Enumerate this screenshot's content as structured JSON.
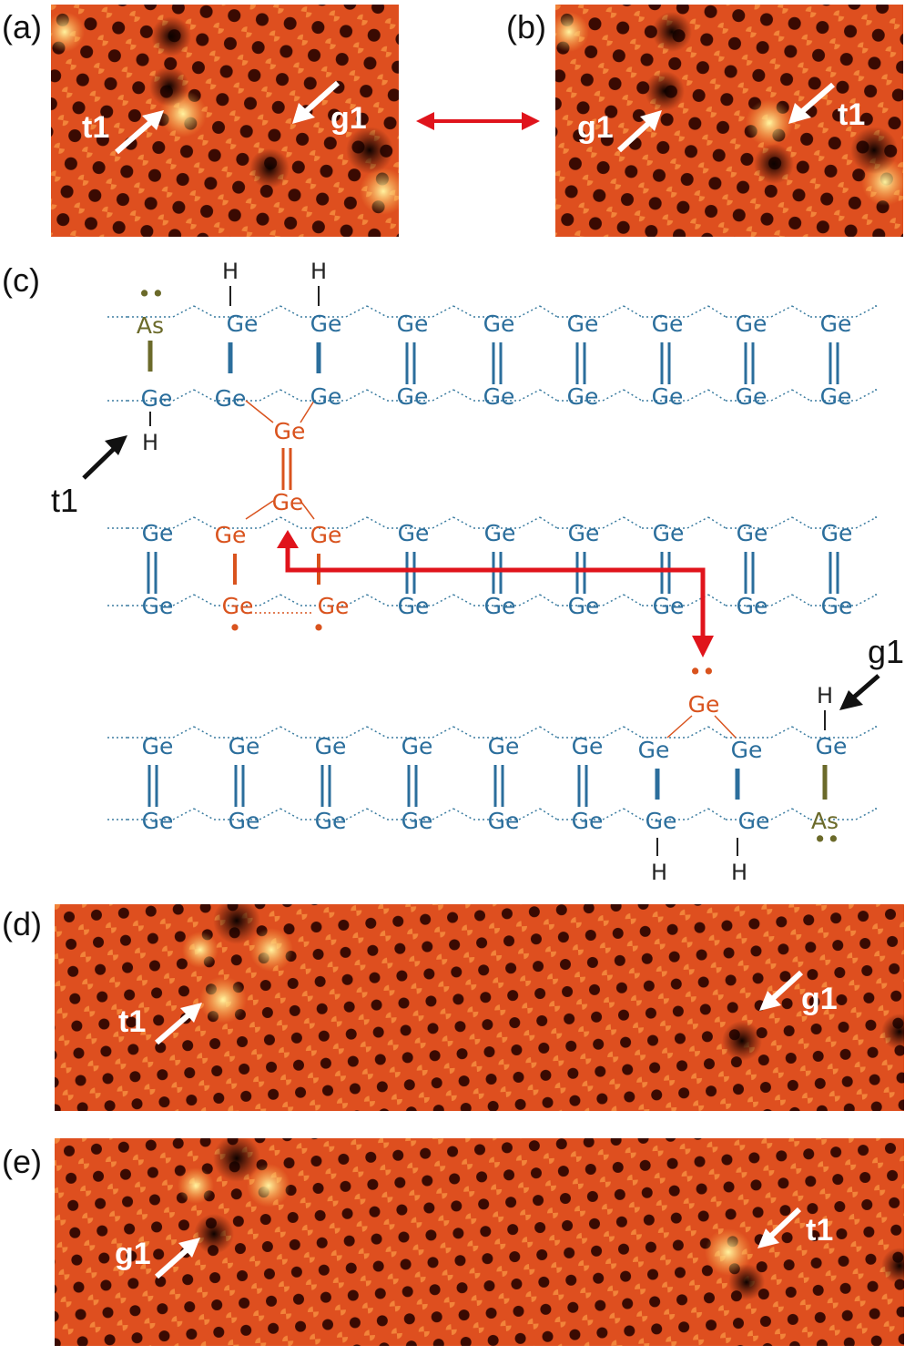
{
  "panels": {
    "a": {
      "label": "(a)",
      "arrow1": "t1",
      "arrow2": "g1"
    },
    "b": {
      "label": "(b)",
      "arrow1": "g1",
      "arrow2": "t1"
    },
    "c": {
      "label": "(c)"
    },
    "d": {
      "label": "(d)",
      "arrow1": "t1",
      "arrow2": "g1"
    },
    "e": {
      "label": "(e)",
      "arrow1": "g1",
      "arrow2": "t1"
    }
  },
  "schematic": {
    "atom_ge": "Ge",
    "atom_as": "As",
    "atom_h": "H",
    "lone_pair": "••",
    "radical": "•",
    "label_t1": "t1",
    "label_g1": "g1"
  },
  "colors": {
    "ge_blue": "#2b6e9c",
    "ge_orange": "#d9531e",
    "as_olive": "#6b6a2a",
    "red_arrow": "#e0141c",
    "stm_base": "#d8451a",
    "stm_dark": "#1a0500",
    "stm_bright": "#ffe27a"
  }
}
